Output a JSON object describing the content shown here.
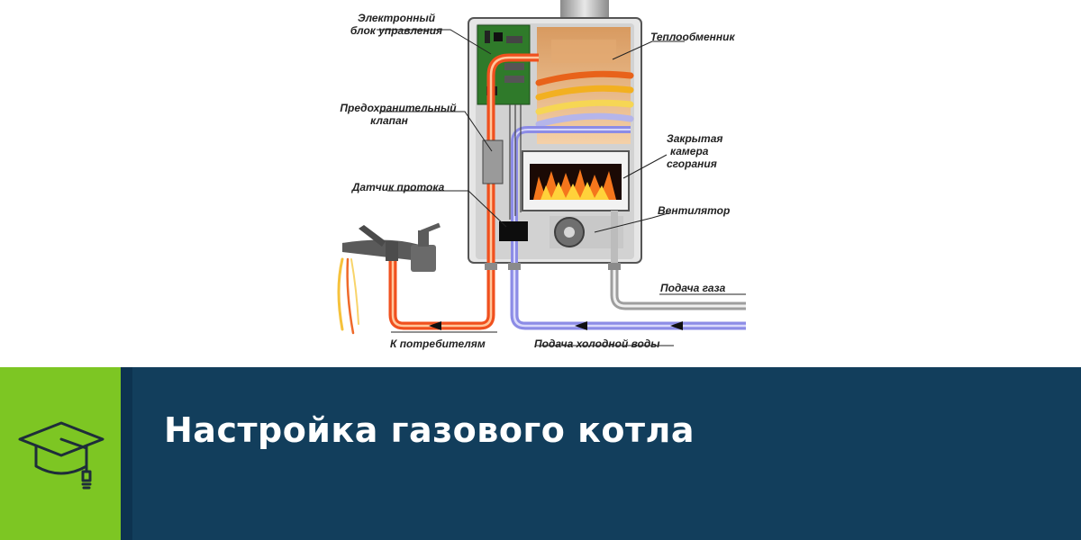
{
  "diagram": {
    "labels": {
      "control_unit_1": "Электронный",
      "control_unit_2": "блок управления",
      "safety_valve_1": "Предохранительный",
      "safety_valve_2": "клапан",
      "flow_sensor": "Датчик протока",
      "heat_exchanger": "Теплообменник",
      "chamber_1": "Закрытая",
      "chamber_2": "камера",
      "chamber_3": "сгорания",
      "fan": "Вентилятор",
      "gas_supply": "Подача газа",
      "to_consumers": "К потребителям",
      "cold_water_supply": "Подача холодной воды"
    }
  },
  "banner": {
    "title": "Настройка газового котла",
    "icon": "graduation-cap-icon"
  },
  "colors": {
    "banner_bg": "#123e5c",
    "accent_green": "#7dc623",
    "hot_pipe": "#f0501e",
    "cold_pipe": "#8c8ce6"
  }
}
